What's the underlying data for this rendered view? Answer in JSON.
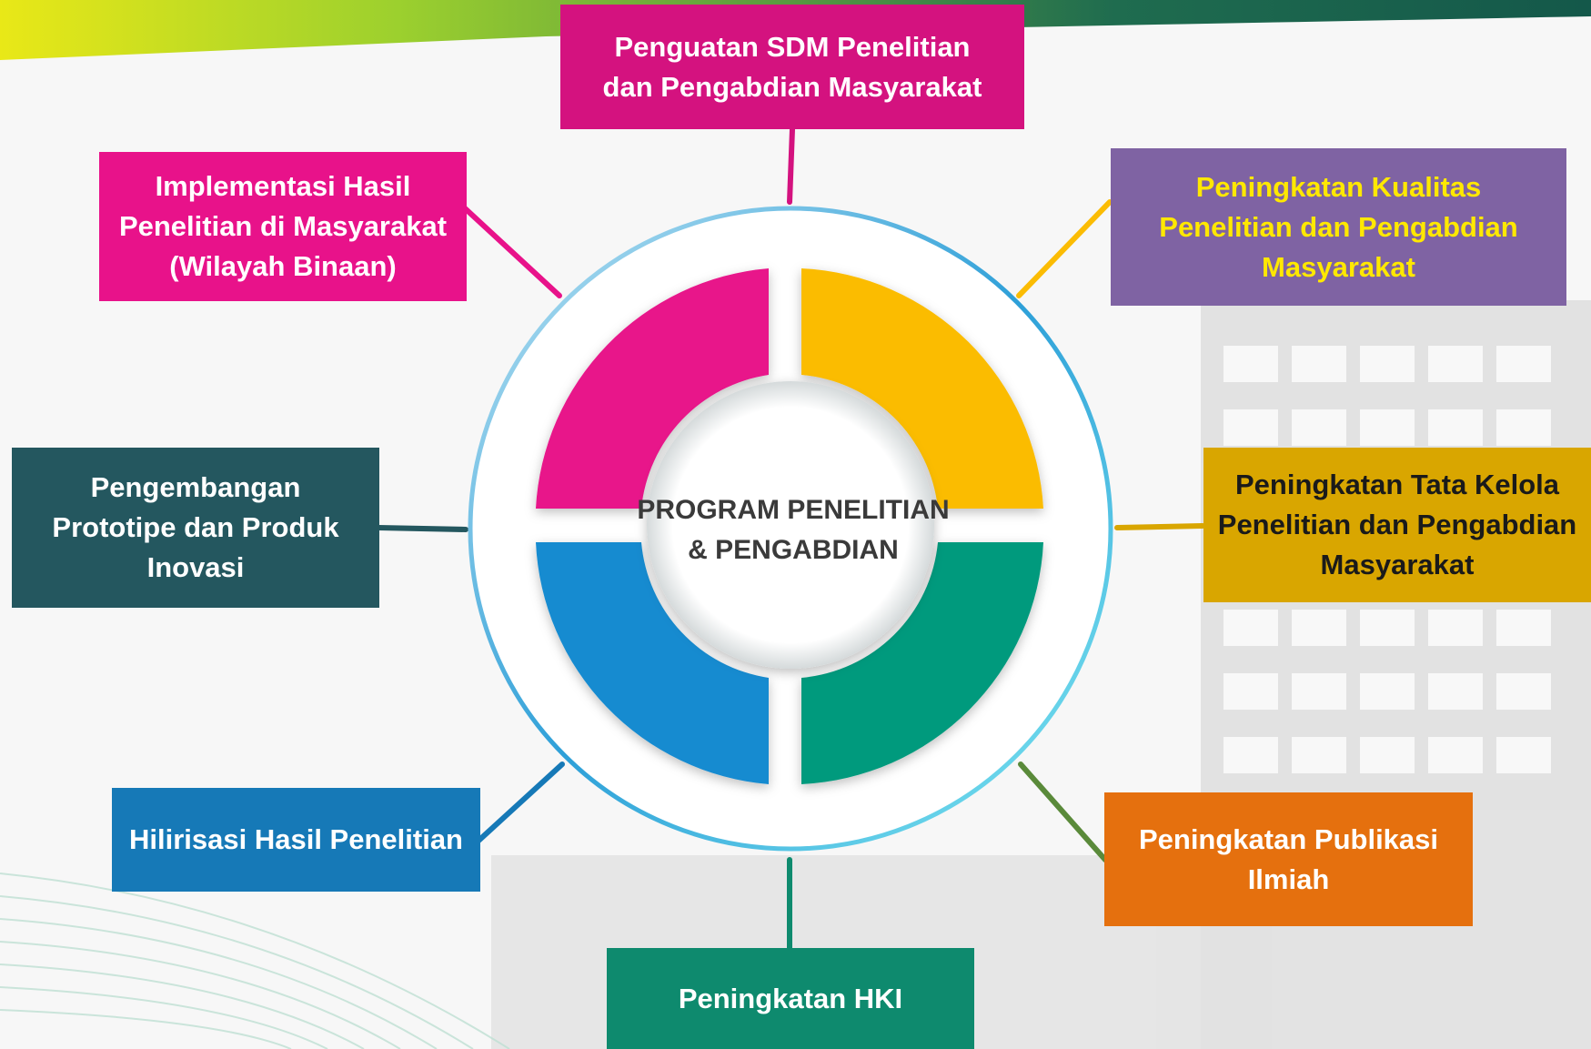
{
  "diagram": {
    "center_label": "PROGRAM PENELITIAN\n& PENGABDIAN",
    "boxes": {
      "top": {
        "text": "Penguatan SDM Penelitian\ndan Pengabdian Masyarakat",
        "bg": "#d4127f",
        "fg": "#ffffff"
      },
      "upper_left": {
        "text": "Implementasi Hasil\nPenelitian di Masyarakat\n(Wilayah Binaan)",
        "bg": "#e8128a",
        "fg": "#ffffff"
      },
      "upper_right": {
        "text": "Peningkatan Kualitas\nPenelitian dan Pengabdian\nMasyarakat",
        "bg": "#7f63a3",
        "fg": "#ffe800"
      },
      "left": {
        "text": "Pengembangan\nPrototipe dan Produk\nInovasi",
        "bg": "#24575f",
        "fg": "#ffffff"
      },
      "right": {
        "text": "Peningkatan Tata Kelola\nPenelitian dan Pengabdian\nMasyarakat",
        "bg": "#d9a600",
        "fg": "#1a1a1a"
      },
      "lower_left": {
        "text": "Hilirisasi Hasil Penelitian",
        "bg": "#1679b7",
        "fg": "#ffffff"
      },
      "lower_right": {
        "text": "Peningkatan Publikasi\nIlmiah",
        "bg": "#e5700e",
        "fg": "#ffffff"
      },
      "bottom": {
        "text": "Peningkatan HKI",
        "bg": "#0e8a6e",
        "fg": "#ffffff"
      }
    },
    "quadrant_colors": {
      "top_left": "#e8128a",
      "top_right": "#fbbc04",
      "bottom_left": "#168bd0",
      "bottom_right": "#059a7d"
    },
    "ring_colors": [
      "#bfe4f3",
      "#2d9fd8",
      "#7fe9f1"
    ],
    "connector_colors": {
      "top": "#d4127f",
      "upper_left": "#e8128a",
      "upper_right": "#fbbc04",
      "left": "#24575f",
      "right": "#d9a600",
      "lower_left": "#1679b7",
      "lower_right": "#5a8a3a",
      "bottom": "#0e8a6e"
    },
    "banner_colors": [
      "#e9e817",
      "#9cd02e",
      "#1f6c4f"
    ]
  }
}
